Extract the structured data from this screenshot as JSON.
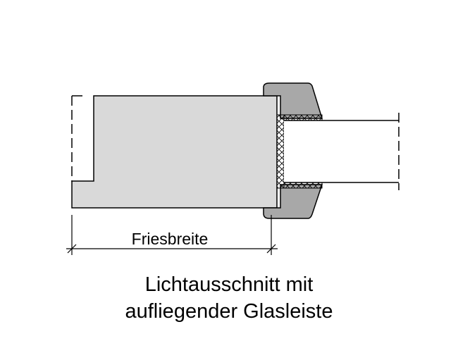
{
  "dimension": {
    "label": "Friesbreite"
  },
  "caption": {
    "line1": "Lichtausschnitt mit",
    "line2": "aufliegender Glasleiste"
  },
  "colors": {
    "frame_fill": "#d9d9d9",
    "glazing_bead_fill": "#a8a8a8",
    "glass_fill": "#ffffff",
    "outline": "#000000"
  }
}
